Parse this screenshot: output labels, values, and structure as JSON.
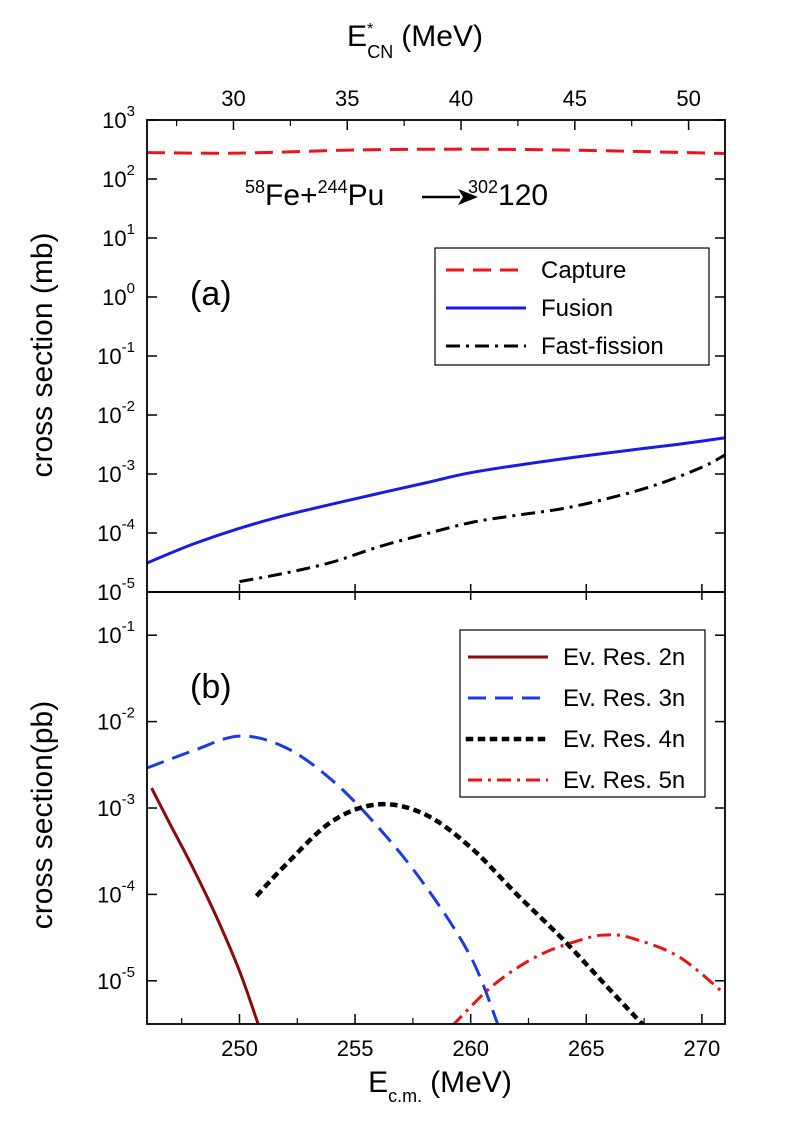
{
  "colors": {
    "capture": "#e8141e",
    "fusion": "#1a1ae6",
    "fast_fission": "#000000",
    "er2n": "#8b0a0a",
    "er3n": "#1a3ae6",
    "er4n": "#000000",
    "er5n": "#e61414"
  },
  "top_axis": {
    "label_main": "E",
    "label_sup": "*",
    "label_sub": "CN",
    "label_unit": "(MeV)",
    "ticks": [
      30,
      35,
      40,
      45,
      50
    ]
  },
  "bottom_axis": {
    "label_main": "E",
    "label_sub": "c.m.",
    "label_unit": "(MeV)",
    "ticks": [
      250,
      255,
      260,
      265,
      270
    ]
  },
  "panel_a": {
    "label": "(a)",
    "ylabel": "cross section (mb)",
    "reaction": {
      "a1": "58",
      "s1": "Fe+",
      "a2": "244",
      "s2": "Pu",
      "a3": "302",
      "s3": "120"
    },
    "legend": [
      "Capture",
      "Fusion",
      "Fast-fission"
    ]
  },
  "panel_b": {
    "label": "(b)",
    "ylabel": "cross section(pb)",
    "legend": [
      "Ev. Res. 2n",
      "Ev. Res. 3n",
      "Ev. Res. 4n",
      "Ev. Res. 5n"
    ]
  },
  "chart_data": [
    {
      "type": "line",
      "panel": "a",
      "xlabel": "E_c.m. (MeV)",
      "ylabel": "cross section (mb)",
      "top_xlabel": "E*_CN (MeV)",
      "xlim": [
        246,
        271
      ],
      "top_xlim": [
        26.2,
        51.6
      ],
      "ylim_exp": [
        -5,
        3
      ],
      "yscale": "log",
      "series": [
        {
          "name": "Capture",
          "style": "dashed",
          "x": [
            246,
            250,
            255,
            260,
            265,
            271
          ],
          "y": [
            280,
            275,
            310,
            320,
            305,
            270
          ]
        },
        {
          "name": "Fusion",
          "style": "solid",
          "x": [
            246,
            248,
            250,
            252,
            255,
            258,
            260,
            263,
            266,
            269,
            271
          ],
          "y": [
            3.1e-05,
            6.5e-05,
            0.00012,
            0.0002,
            0.00038,
            0.0007,
            0.00105,
            0.0016,
            0.0023,
            0.0032,
            0.0041
          ]
        },
        {
          "name": "Fast-fission",
          "style": "dashdot",
          "x": [
            250,
            252,
            254,
            256,
            258,
            260,
            262,
            264,
            266,
            268,
            270,
            271
          ],
          "y": [
            1.5e-05,
            2.1e-05,
            3.2e-05,
            5.8e-05,
            9.5e-05,
            0.00015,
            0.0002,
            0.00026,
            0.00039,
            0.00065,
            0.0013,
            0.0021
          ]
        }
      ]
    },
    {
      "type": "line",
      "panel": "b",
      "xlabel": "E_c.m. (MeV)",
      "ylabel": "cross section(pb)",
      "xlim": [
        246,
        271
      ],
      "ylim_exp": [
        -5.5,
        -0.5
      ],
      "yscale": "log",
      "series": [
        {
          "name": "Ev. Res. 2n",
          "style": "solid",
          "x": [
            246.2,
            247,
            248,
            249,
            250,
            250.8
          ],
          "y": [
            0.0017,
            0.00065,
            0.0002,
            5.5e-05,
            1.3e-05,
            3.2e-06
          ]
        },
        {
          "name": "Ev. Res. 3n",
          "style": "dashed",
          "x": [
            246,
            248,
            250,
            252,
            254,
            256,
            258,
            260,
            261.2
          ],
          "y": [
            0.0029,
            0.0046,
            0.0068,
            0.005,
            0.0021,
            0.0006,
            0.00013,
            1.9e-05,
            3e-06
          ]
        },
        {
          "name": "Ev. Res. 4n",
          "style": "dotted",
          "x": [
            250.8,
            252,
            254,
            256,
            258,
            260,
            262,
            264,
            266,
            267.5
          ],
          "y": [
            0.0001,
            0.00022,
            0.0007,
            0.0011,
            0.00085,
            0.00035,
            0.0001,
            3e-05,
            8e-06,
            3e-06
          ]
        },
        {
          "name": "Ev. Res. 5n",
          "style": "dashdot",
          "x": [
            259.2,
            261,
            263,
            265,
            266,
            267,
            269,
            271
          ],
          "y": [
            3e-06,
            9e-06,
            2e-05,
            3.1e-05,
            3.4e-05,
            3.1e-05,
            1.9e-05,
            7e-06
          ]
        }
      ]
    }
  ]
}
